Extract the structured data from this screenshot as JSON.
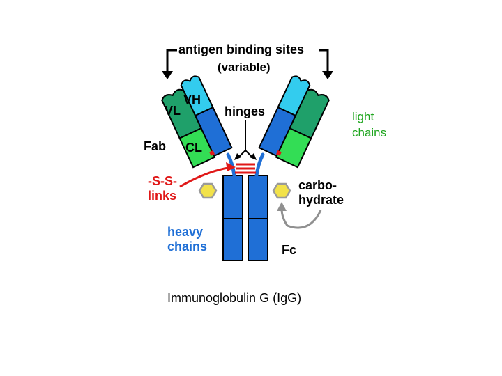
{
  "labels": {
    "antigen_binding_sites": "antigen binding sites",
    "variable": "(variable)",
    "vh": "VH",
    "vl": "VL",
    "cl": "CL",
    "fab": "Fab",
    "hinges": "hinges",
    "ss_links_1": "-S-S-",
    "ss_links_2": "links",
    "carbo_1": "carbo-",
    "carbo_2": "hydrate",
    "heavy_1": "heavy",
    "heavy_2": "chains",
    "fc": "Fc",
    "light_1": "light",
    "light_2": "chains",
    "caption": "Immunoglobulin G  (IgG)"
  },
  "colors": {
    "heavy_chain": "#1f6fd6",
    "heavy_variable": "#33ccee",
    "light_chain": "#33dd55",
    "light_variable": "#1fa06a",
    "disulfide": "#e01818",
    "carbohydrate": "#f2e24a",
    "carbohydrate_outline": "#9a9a9a",
    "light_label": "#1ea51e"
  }
}
